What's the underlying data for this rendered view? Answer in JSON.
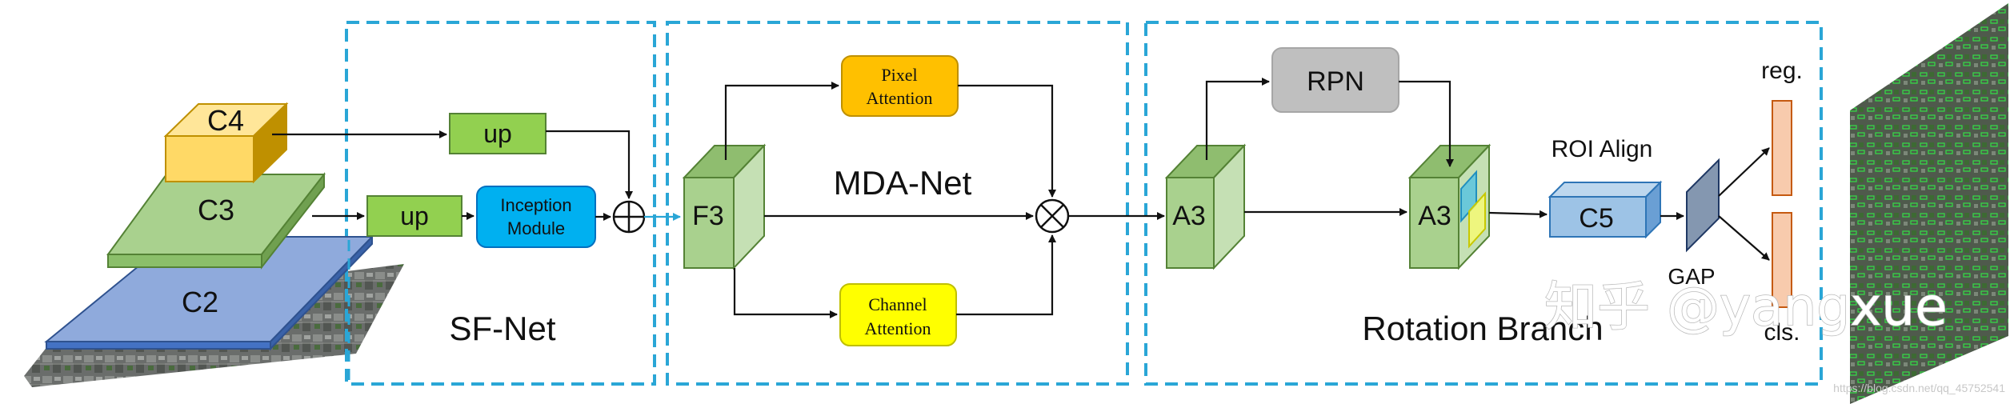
{
  "colors": {
    "dash_border": "#2aa6d6",
    "c4_fill": "#ffd966",
    "c3_fill": "#a9d18e",
    "c2_fill": "#8faadc",
    "up_fill": "#92d050",
    "inception_fill": "#00b0f0",
    "pixel_attention_fill": "#ffc000",
    "channel_attention_fill": "#ffff00",
    "rpn_fill": "#bfbfbf",
    "c5_fill": "#9dc3e6",
    "gap_fill": "#8497b0",
    "output_fill": "#f8cbad"
  },
  "backbone": {
    "c4_label": "C4",
    "c3_label": "C3",
    "c2_label": "C2"
  },
  "sfnet": {
    "title": "SF-Net",
    "up_top_label": "up",
    "up_bottom_label": "up",
    "inception_line1": "Inception",
    "inception_line2": "Module",
    "sum_symbol": "⊕"
  },
  "mdanet": {
    "title": "MDA-Net",
    "f3_label": "F3",
    "pixel_line1": "Pixel",
    "pixel_line2": "Attention",
    "channel_line1": "Channel",
    "channel_line2": "Attention",
    "mul_symbol": "⊗"
  },
  "rotation": {
    "title": "Rotation Branch",
    "a3_in_label": "A3",
    "a3_out_label": "A3",
    "rpn_label": "RPN",
    "roi_label": "ROI Align",
    "c5_label": "C5",
    "gap_label": "GAP",
    "reg_label": "reg.",
    "cls_label": "cls."
  },
  "watermark": {
    "main": "知乎 @yangxue",
    "small": "https://blog.csdn.net/qq_45752541"
  }
}
